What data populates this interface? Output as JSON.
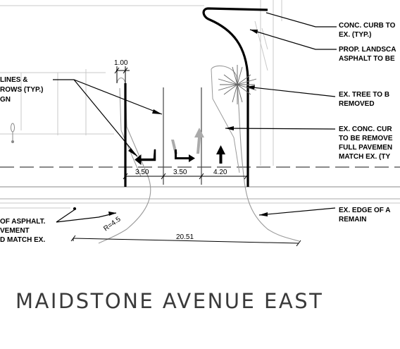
{
  "notes": {
    "conc_curb_1": "CONC. CURB TO",
    "conc_curb_2": "EX. (TYP.)",
    "prop_landscape_1": "PROP. LANDSCA",
    "prop_landscape_2": "ASPHALT TO BE",
    "lines_1": "LINES &",
    "lines_2": "ROWS (TYP.)",
    "lines_3": "GN",
    "tree_1": "EX. TREE TO B",
    "tree_2": "REMOVED",
    "ex_conc_1": "EX. CONC. CUR",
    "ex_conc_2": "TO BE REMOVE",
    "ex_conc_3": "FULL PAVEMEN",
    "ex_conc_4": "MATCH EX. (TY",
    "asphalt_1": "OF ASPHALT.",
    "asphalt_2": "VEMENT",
    "asphalt_3": "D MATCH EX.",
    "edge_1": "EX. EDGE OF A",
    "edge_2": "REMAIN"
  },
  "dimensions": {
    "top_width": "1.00",
    "lane_1": "3.50",
    "lane_2": "3.50",
    "lane_3": "4.20",
    "radius": "R=4.5",
    "total": "20.51"
  },
  "street_name": "MAIDSTONE AVENUE EAST"
}
